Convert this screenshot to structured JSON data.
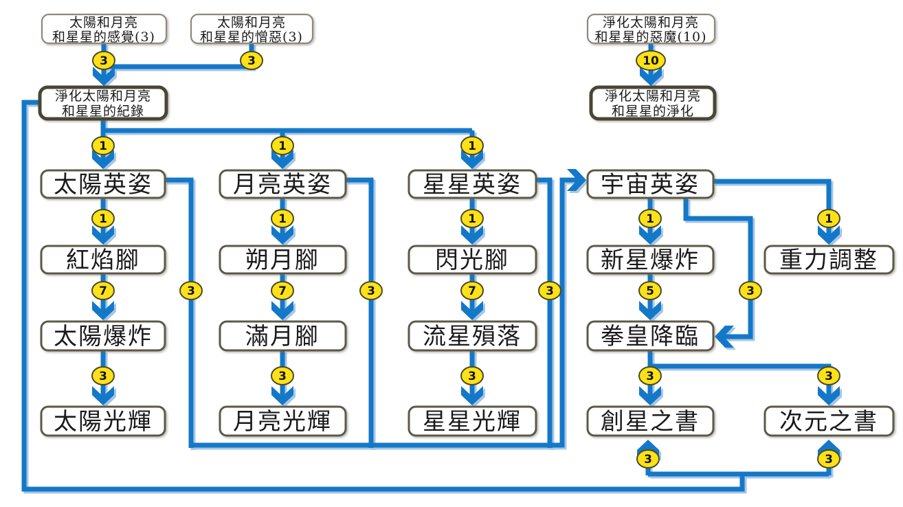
{
  "diagram": {
    "colors": {
      "line_blue": "#1478c8",
      "line_shadow": "#a8c6e6",
      "badge_fill": "#ffe11a",
      "badge_border": "#4a4a20",
      "box_border": "#5c5948"
    },
    "nodes": {
      "sense": {
        "line1": "太陽和月亮",
        "line2": "和星星的感覺(3)"
      },
      "hate": {
        "line1": "太陽和月亮",
        "line2": "和星星的憎惡(3)"
      },
      "demon": {
        "line1": "淨化太陽和月亮",
        "line2": "和星星的惡魔(10)"
      },
      "record": {
        "line1": "淨化太陽和月亮",
        "line2": "和星星的紀錄"
      },
      "purify": {
        "line1": "淨化太陽和月亮",
        "line2": "和星星的淨化"
      },
      "sun_pose": {
        "label": "太陽英姿"
      },
      "moon_pose": {
        "label": "月亮英姿"
      },
      "star_pose": {
        "label": "星星英姿"
      },
      "cosmos_pose": {
        "label": "宇宙英姿"
      },
      "red_flame_kick": {
        "label": "紅焰腳"
      },
      "new_moon_kick": {
        "label": "朔月腳"
      },
      "flash_kick": {
        "label": "閃光腳"
      },
      "nova_blast": {
        "label": "新星爆炸"
      },
      "gravity_adjust": {
        "label": "重力調整"
      },
      "sun_blast": {
        "label": "太陽爆炸"
      },
      "full_moon_kick": {
        "label": "滿月腳"
      },
      "meteor_fall": {
        "label": "流星殞落"
      },
      "fist_king": {
        "label": "拳皇降臨"
      },
      "sun_radiance": {
        "label": "太陽光輝"
      },
      "moon_radiance": {
        "label": "月亮光輝"
      },
      "star_radiance": {
        "label": "星星光輝"
      },
      "star_creation_book": {
        "label": "創星之書"
      },
      "dimension_book": {
        "label": "次元之書"
      }
    },
    "badges": {
      "sense_to_record": "3",
      "hate_to_record": "3",
      "demon_to_purify": "10",
      "record_to_sun_pose": "1",
      "record_to_moon_pose": "1",
      "record_to_star_pose": "1",
      "sun_pose_to_red_flame_kick": "1",
      "moon_pose_to_new_moon_kick": "1",
      "star_pose_to_flash_kick": "1",
      "cosmos_pose_to_nova_blast": "1",
      "cosmos_pose_to_gravity_adjust": "1",
      "red_flame_kick_to_sun_blast": "7",
      "new_moon_kick_to_full_moon_kick": "7",
      "flash_kick_to_meteor_fall": "7",
      "nova_blast_to_fist_king": "5",
      "sun_pose_to_cosmos_pose": "3",
      "moon_pose_to_cosmos_pose": "3",
      "star_pose_to_cosmos_pose": "3",
      "cosmos_pose_to_fist_king": "3",
      "sun_blast_to_sun_radiance": "3",
      "full_moon_kick_to_moon_radiance": "3",
      "meteor_fall_to_star_radiance": "3",
      "fist_king_to_star_creation_book": "3",
      "fist_king_to_dimension_book": "3",
      "record_to_star_creation_book": "3",
      "record_to_dimension_book": "3"
    }
  }
}
